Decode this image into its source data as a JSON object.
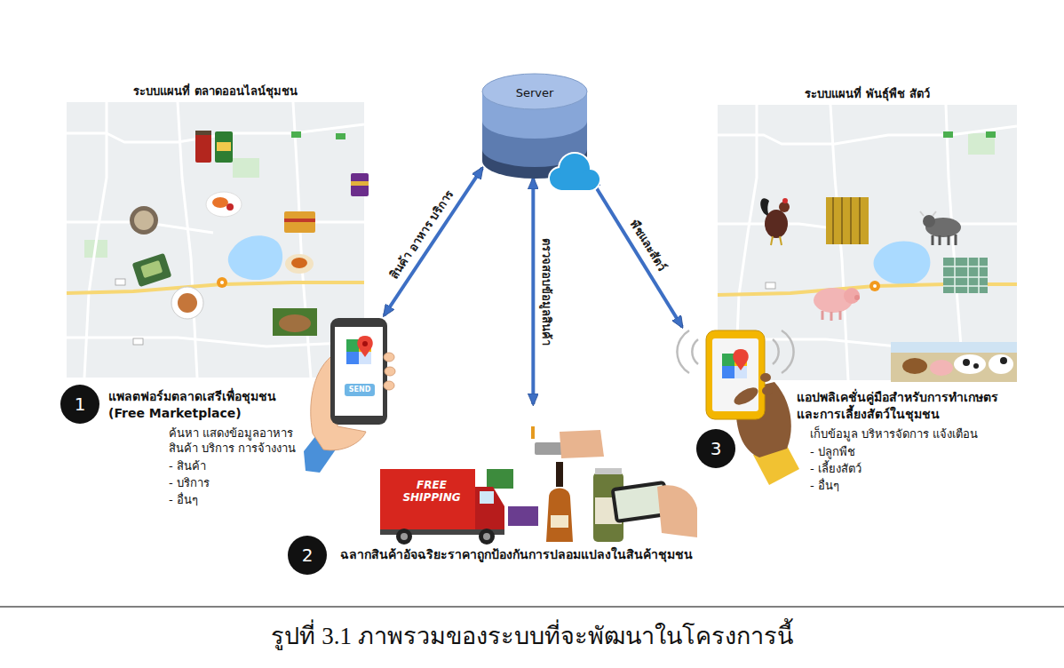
{
  "diagram": {
    "caption": "รูปที่ 3.1 ภาพรวมของระบบที่จะพัฒนาในโครงการนี้",
    "nodes": [
      {
        "text": [
          "Server"
        ]
      },
      {
        "text": [
          "ระบบแผนที่ ตลาดออนไลน์ชุมชน"
        ]
      },
      {
        "text": [
          "ระบบแผนที่ พันธุ์พืช สัตว์"
        ]
      },
      {
        "text": [
          "แพลตฟอร์มตลาดเสรีเพื่อชุมชน (Free Marketplace)",
          "ค้นหา แสดงข้อมูลอาหาร สินค้า บริการ การจ้างงาน",
          "- สินค้า",
          "- บริการ",
          "- อื่นๆ"
        ]
      },
      {
        "text": [
          "1"
        ],
        "in": 3
      },
      {
        "text": [
          "ฉลากสินค้าอัจฉริยะราคาถูกป้องกันการปลอมแปลงในสินค้าชุมชน"
        ]
      },
      {
        "text": [
          "2"
        ],
        "in": 5
      },
      {
        "text": [
          "แอปพลิเคชั่นคู่มือสำหรับการทำเกษตรและการเลี้ยงสัตว์ในชุมชน",
          "เก็บข้อมูล บริหารจัดการ แจ้งเตือน",
          "- ปลูกพืช",
          "- เลี้ยงสัตว์",
          "- อื่นๆ"
        ]
      },
      {
        "text": [
          "3"
        ],
        "in": 7
      }
    ],
    "edges": [
      {
        "from": 0,
        "to": 3,
        "label": "สินค้า อาหาร บริการ",
        "arrow": "both"
      },
      {
        "from": 0,
        "to": 5,
        "label": "ตรวจสอบข้อมูลสินค้า",
        "arrow": "both"
      },
      {
        "from": 0,
        "to": 7,
        "label": "พืชและสัตว์",
        "arrow": "both"
      }
    ],
    "labels": [
      "FREE SHIPPING",
      "SEND"
    ]
  }
}
